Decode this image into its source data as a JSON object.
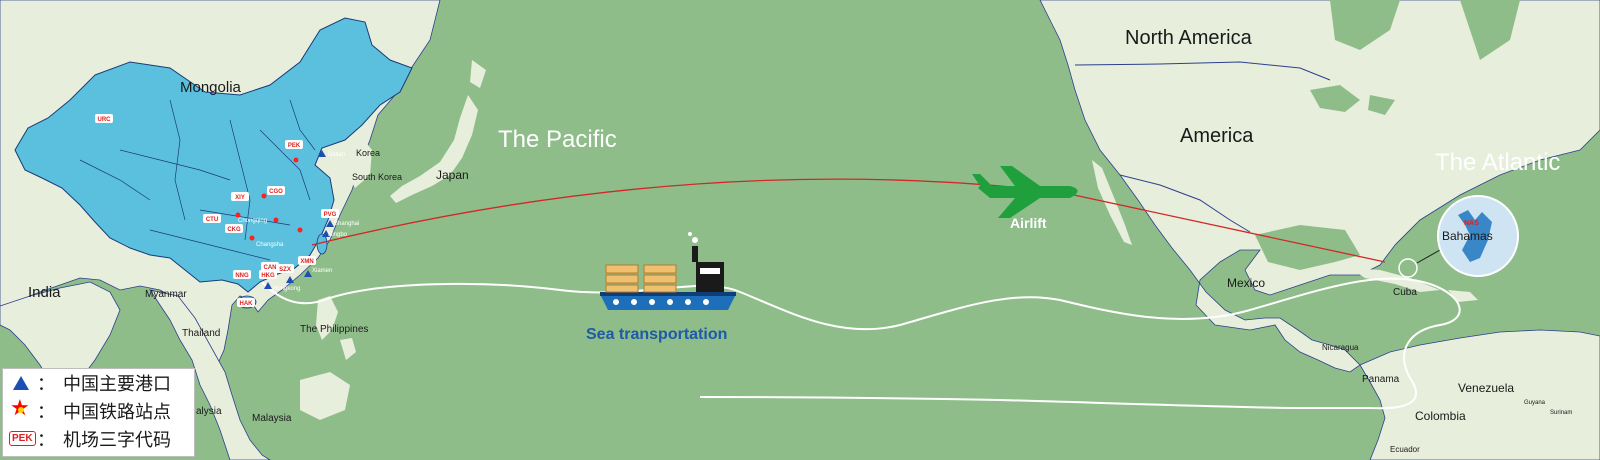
{
  "labels": {
    "north_america": "North America",
    "america": "America",
    "pacific": "The Pacific",
    "atlantic": "The  Atlantic",
    "mongolia": "Mongolia",
    "india": "India",
    "japan": "Japan",
    "korea": "Korea",
    "south_korea": "South Korea",
    "myanmar": "Myanmar",
    "thailand": "Thailand",
    "philippines": "The Philippines",
    "malaysia": "Malaysia",
    "malaysia_cut": "alysia",
    "mexico": "Mexico",
    "cuba": "Cuba",
    "nicaragua": "Nicaragua",
    "panama": "Panama",
    "venezuela": "Venezuela",
    "colombia": "Colombia",
    "ecuador": "Ecuador",
    "guyana": "Guyana",
    "surinam": "Surinam",
    "bahamas": "Bahamas",
    "nas": "NAS",
    "dalian": "Dalian",
    "shanghai": "Shanghai",
    "ningbo": "Ningbo",
    "xiamen": "Xiamen",
    "hongkong": "Hongkong",
    "chongqing": "Chongqing",
    "changsha": "Changsha"
  },
  "airports": [
    "URC",
    "PEK",
    "XIY",
    "CGO",
    "PVG",
    "CTU",
    "CKG",
    "NNG",
    "CAN",
    "HKG",
    "SZX",
    "XMN",
    "HAK"
  ],
  "routes": {
    "air": "Airlift",
    "sea": "Sea transportation"
  },
  "legend": [
    {
      "symbol": "blue-triangle",
      "colon": "：",
      "text": "中国主要港口"
    },
    {
      "symbol": "red-star",
      "colon": "：",
      "text": "中国铁路站点"
    },
    {
      "symbol": "PEK",
      "colon": "：",
      "text": "机场三字代码"
    }
  ],
  "colors": {
    "ocean": "#8fbd8a",
    "land": "#e8eedc",
    "china": "#5bc0de",
    "border": "#2c3f8c",
    "air_route": "#d02828",
    "sea_route": "#ffffff",
    "plane": "#1fa03c",
    "sea_label": "#1d5aa8"
  }
}
